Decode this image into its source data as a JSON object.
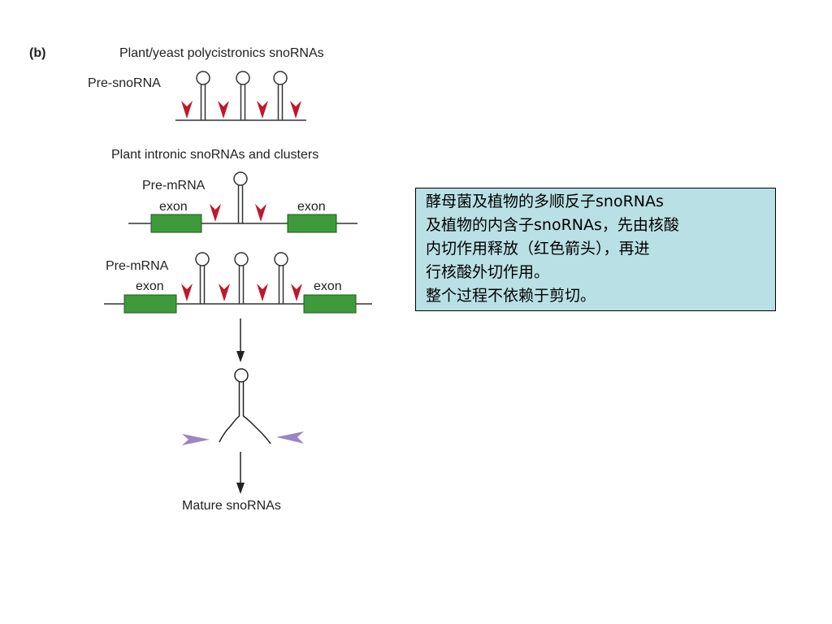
{
  "panel_label": "(b)",
  "sections": {
    "polycistronic": {
      "title": "Plant/yeast polycistronics snoRNAs",
      "precursor_label": "Pre-snoRNA"
    },
    "intronic": {
      "title": "Plant intronic snoRNAs and clusters",
      "single": {
        "precursor_label": "Pre-mRNA",
        "exon_left": "exon",
        "exon_right": "exon"
      },
      "cluster": {
        "precursor_label": "Pre-mRNA",
        "exon_left": "exon",
        "exon_right": "exon"
      }
    }
  },
  "product_label": "Mature snoRNAs",
  "colors": {
    "endonuclease_arrow": "#c0182a",
    "exonuclease_arrow": "#9b86c4",
    "exon_fill": "#3e9a3a",
    "line": "#333333",
    "note_background": "#b9e0e4"
  },
  "note": {
    "lines": [
      "酵母菌及植物的多顺反子snoRNAs",
      "及植物的内含子snoRNAs，先由核酸",
      "内切作用释放（红色箭头），再进",
      "行核酸外切作用。",
      "整个过程不依赖于剪切。"
    ]
  }
}
